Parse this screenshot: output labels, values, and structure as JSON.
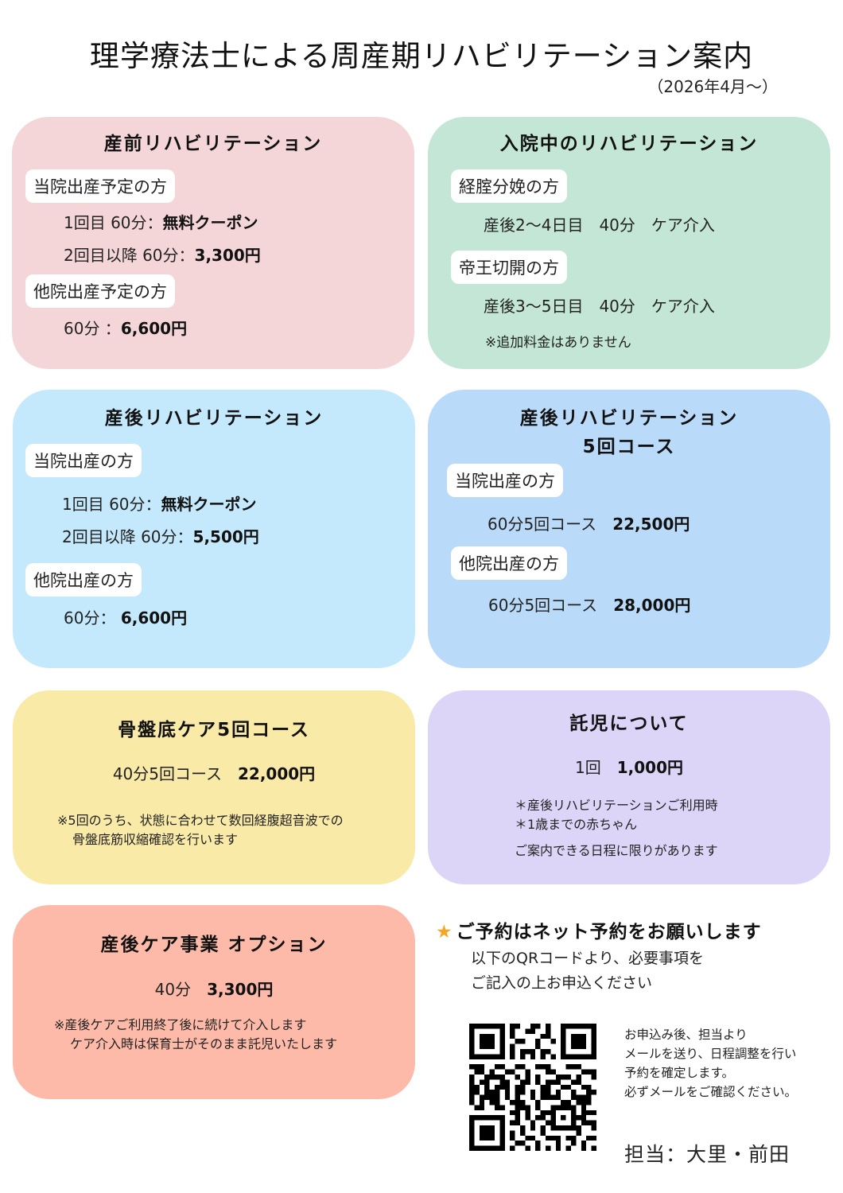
{
  "header": {
    "title": "理学療法士による周産期リハビリテーション案内",
    "subtitle": "（2026年4月〜）"
  },
  "colors": {
    "prenatal": "#f5d6d8",
    "inpatient": "#c3e6d6",
    "postnatal": "#c4e9fc",
    "postnatal_course": "#badaf9",
    "pelvic": "#faeaa8",
    "childcare": "#dcd5f8",
    "postcare_option": "#fdbaa9",
    "star": "#f5a623"
  },
  "prenatal": {
    "title": "産前リハビリテーション",
    "groups": [
      {
        "label": "当院出産予定の方",
        "lines": [
          {
            "text": "1回目 60分：",
            "price": "無料クーポン"
          },
          {
            "text": "2回目以降 60分：",
            "price": "3,300円"
          }
        ]
      },
      {
        "label": "他院出産予定の方",
        "lines": [
          {
            "text": "60分 ：",
            "price": "6,600円"
          }
        ]
      }
    ]
  },
  "inpatient": {
    "title": "入院中のリハビリテーション",
    "groups": [
      {
        "label": "経腟分娩の方",
        "line": "産後2〜4日目　40分　ケア介入"
      },
      {
        "label": "帝王切開の方",
        "line": "産後3〜5日目　40分　ケア介入"
      }
    ],
    "note": "※追加料金はありません"
  },
  "postnatal": {
    "title": "産後リハビリテーション",
    "groups": [
      {
        "label": "当院出産の方",
        "lines": [
          {
            "text": "1回目 60分：",
            "price": "無料クーポン"
          },
          {
            "text": "2回目以降 60分：",
            "price": "5,500円"
          }
        ]
      },
      {
        "label": "他院出産の方",
        "lines": [
          {
            "text": "60分： ",
            "price": "6,600円"
          }
        ]
      }
    ]
  },
  "postnatal_course": {
    "title_line1": "産後リハビリテーション",
    "title_line2": "5回コース",
    "groups": [
      {
        "label": "当院出産の方",
        "text": "60分5回コース　",
        "price": "22,500円"
      },
      {
        "label": "他院出産の方",
        "text": "60分5回コース　",
        "price": "28,000円"
      }
    ]
  },
  "pelvic": {
    "title": "骨盤底ケア5回コース",
    "text": "40分5回コース　",
    "price": "22,000円",
    "note_line1": "※5回のうち、状態に合わせて数回経腹超音波での",
    "note_line2": "骨盤底筋収縮確認を行います"
  },
  "childcare": {
    "title": "託児について",
    "text": "1回　",
    "price": "1,000円",
    "note_line1": "＊産後リハビリテーションご利用時",
    "note_line2": "＊1歳までの赤ちゃん",
    "note_line3": "ご案内できる日程に限りがあります"
  },
  "postcare_option": {
    "title": "産後ケア事業 オプション",
    "text": "40分　",
    "price": "3,300円",
    "note_line1": "※産後ケアご利用終了後に続けて介入します",
    "note_line2": "ケア介入時は保育士がそのまま託児いたします"
  },
  "reservation": {
    "star_icon": "★",
    "heading": "ご予約はネット予約をお願いします",
    "line1": "以下のQRコードより、必要事項を",
    "line2": "ご記入の上お申込ください",
    "after_line1": "お申込み後、担当より",
    "after_line2": "メールを送り、日程調整を行い",
    "after_line3": "予約を確定します。",
    "after_line4": "必ずメールをご確認ください。",
    "staff": "担当：大里・前田"
  }
}
